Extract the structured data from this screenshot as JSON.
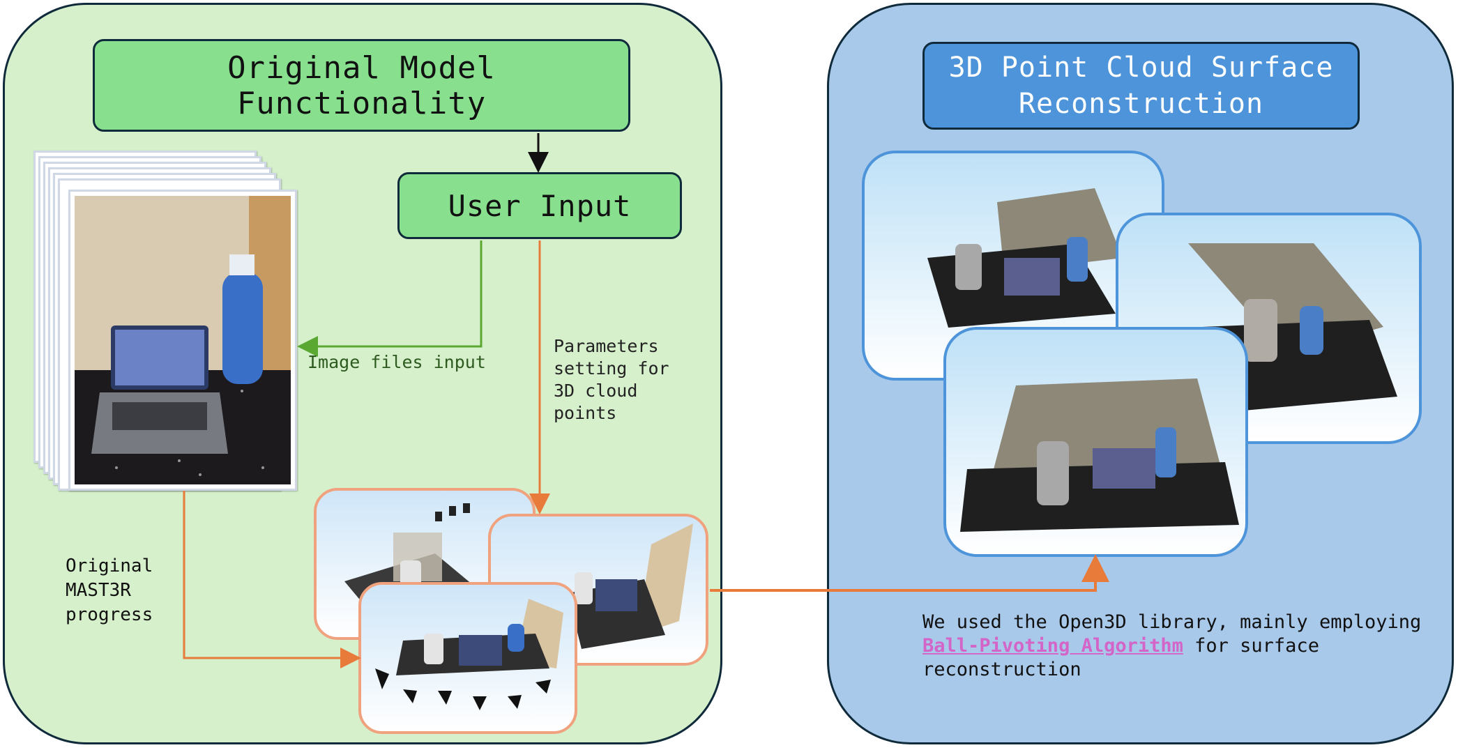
{
  "left_panel": {
    "title": "Original Model Functionality",
    "user_input": "User Input",
    "image_files_label": "Image files input",
    "parameters_label": "Parameters\nsetting for\n3D cloud\npoints",
    "mast3r_label": "Original\nMAST3R\nprogress"
  },
  "right_panel": {
    "title": "3D Point Cloud Surface Reconstruction",
    "description_prefix": "We used the Open3D library, mainly employing",
    "description_link": "Ball-Pivoting Algorithm",
    "description_suffix": "for surface reconstruction"
  },
  "colors": {
    "left_panel_bg": "#d6f0cc",
    "right_panel_bg": "#a9c9ea",
    "green_box": "#88e08f",
    "blue_box": "#4d94da",
    "green_arrow": "#5aa832",
    "orange_arrow": "#e87a3a",
    "link": "#d465c8"
  },
  "icons": [
    "photo-stack-image",
    "point-cloud-image",
    "reconstruction-image"
  ]
}
